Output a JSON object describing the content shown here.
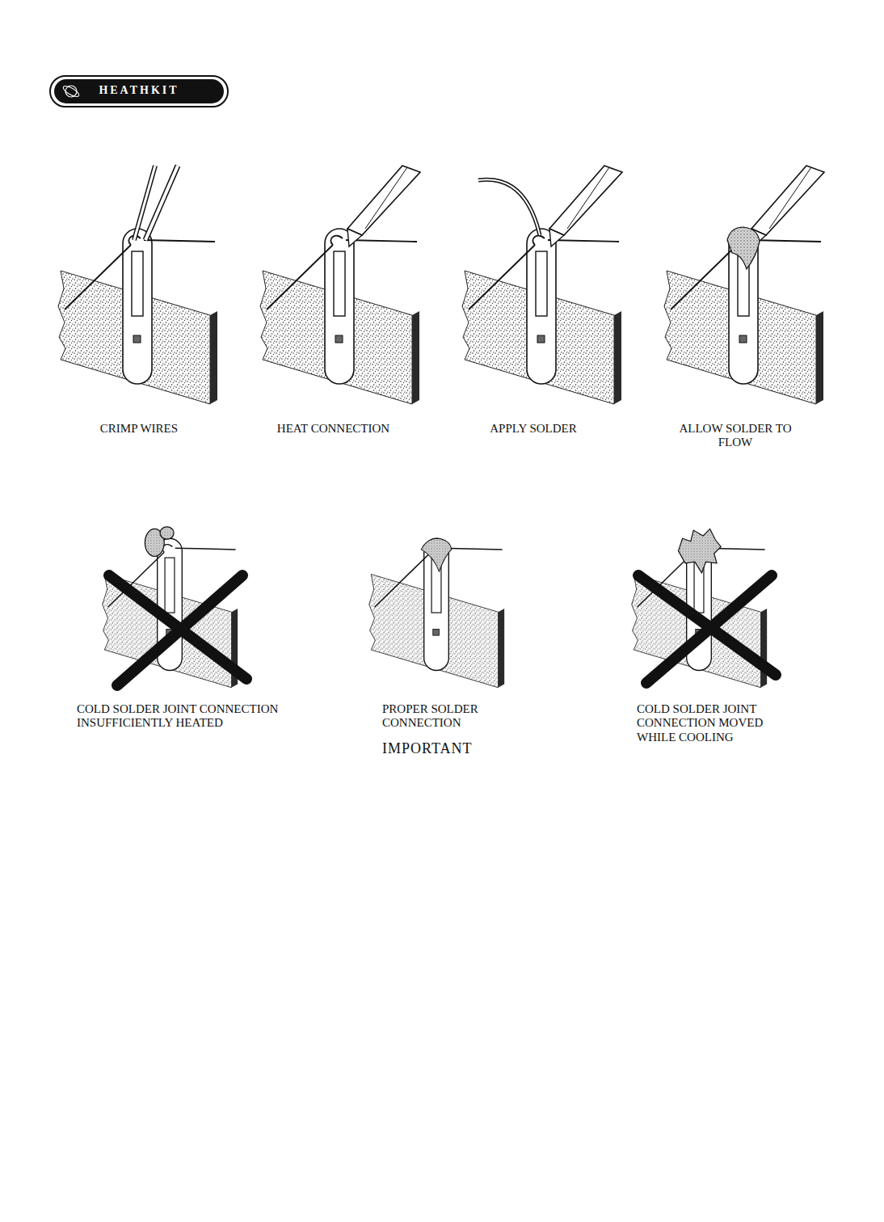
{
  "diagram": {
    "labels": [
      "HEATHKIT",
      "CRIMP WIRES",
      "HEAT CONNECTION",
      "APPLY SOLDER",
      "ALLOW SOLDER TO FLOW",
      "COLD SOLDER JOINT CONNECTION INSUFFICIENTLY HEATED",
      "PROPER SOLDER CONNECTION",
      "IMPORTANT",
      "COLD SOLDER JOINT CONNECTION MOVED WHILE COOLING"
    ]
  }
}
